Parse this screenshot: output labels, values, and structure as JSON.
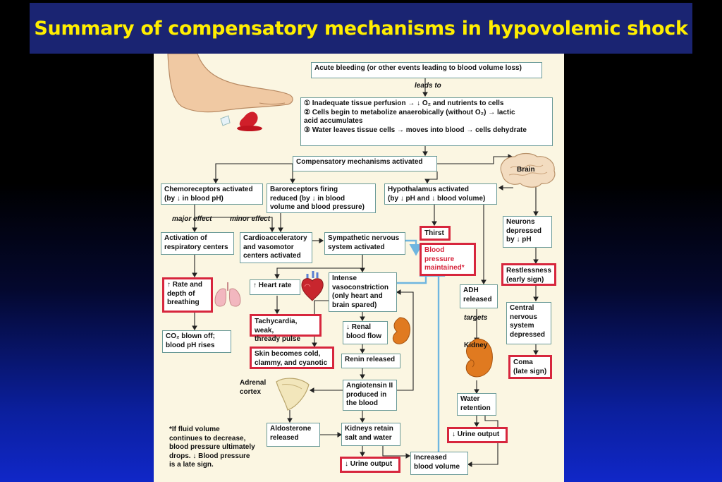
{
  "title": "Summary of compensatory mechanisms in hypovolemic shock",
  "nodes": {
    "acute_bleeding": "Acute bleeding (or other events leading to blood volume loss)",
    "leads_to": "leads to",
    "inadequate": "① Inadequate tissue perfusion → ↓ O₂ and nutrients to cells\n② Cells begin to metabolize anaerobically (without O₂) → lactic\n      acid accumulates\n③ Water leaves tissue cells → moves into blood → cells dehydrate",
    "compensatory": "Compensatory mechanisms activated",
    "brain": "Brain",
    "chemoreceptors": "Chemoreceptors activated\n(by ↓ in blood pH)",
    "baroreceptors": "Baroreceptors firing\nreduced (by ↓ in blood\nvolume and blood pressure)",
    "hypothalamus": "Hypothalamus activated\n(by ↓ pH and ↓ blood volume)",
    "major_effect": "major effect",
    "minor_effect": "minor effect",
    "neurons": "Neurons\ndepressed\nby ↓ pH",
    "resp_centers": "Activation of\nrespiratory centers",
    "cardio": "Cardioacceleratory\nand vasomotor\ncenters activated",
    "sympathetic": "Sympathetic nervous\nsystem activated",
    "thirst": "Thirst",
    "bp_maintained": "Blood\npressure\nmaintained*",
    "restlessness": "Restlessness\n(early sign)",
    "rate_depth": "↑ Rate and\ndepth of\nbreathing",
    "heart_rate": "↑ Heart rate",
    "intense_vaso": "Intense\nvasoconstriction\n(only heart and\nbrain spared)",
    "adh": "ADH\nreleased",
    "targets": "targets",
    "kidney": "Kidney",
    "cns": "Central\nnervous\nsystem\ndepressed",
    "tachycardia": "Tachycardia, weak,\nthready pulse",
    "renal_flow": "↓ Renal\nblood flow",
    "co2": "CO₂ blown off;\nblood pH rises",
    "skin": "Skin becomes cold,\nclammy, and cyanotic",
    "renin": "Renin released",
    "coma": "Coma\n(late sign)",
    "adrenal": "Adrenal\ncortex",
    "angiotensin": "Angiotensin II\nproduced in\nthe blood",
    "water_retention": "Water\nretention",
    "footnote": "*If fluid volume\ncontinues to decrease,\nblood pressure ultimately\ndrops. ↓ Blood pressure\nis a late sign.",
    "aldosterone": "Aldosterone\nreleased",
    "kidneys_retain": "Kidneys retain\nsalt and water",
    "urine_output_right": "↓ Urine output",
    "urine_output_left": "↓ Urine output",
    "increased_volume": "Increased\nblood volume"
  },
  "colors": {
    "title_text": "#ffee00",
    "title_bg": "#1a2472",
    "highlight_border": "#d7263d",
    "feedback_arrow": "#6fb6e0"
  },
  "icons": [
    "foot-bleeding-icon",
    "brain-icon",
    "lungs-icon",
    "heart-icon",
    "kidney-icon",
    "adrenal-gland-icon"
  ]
}
